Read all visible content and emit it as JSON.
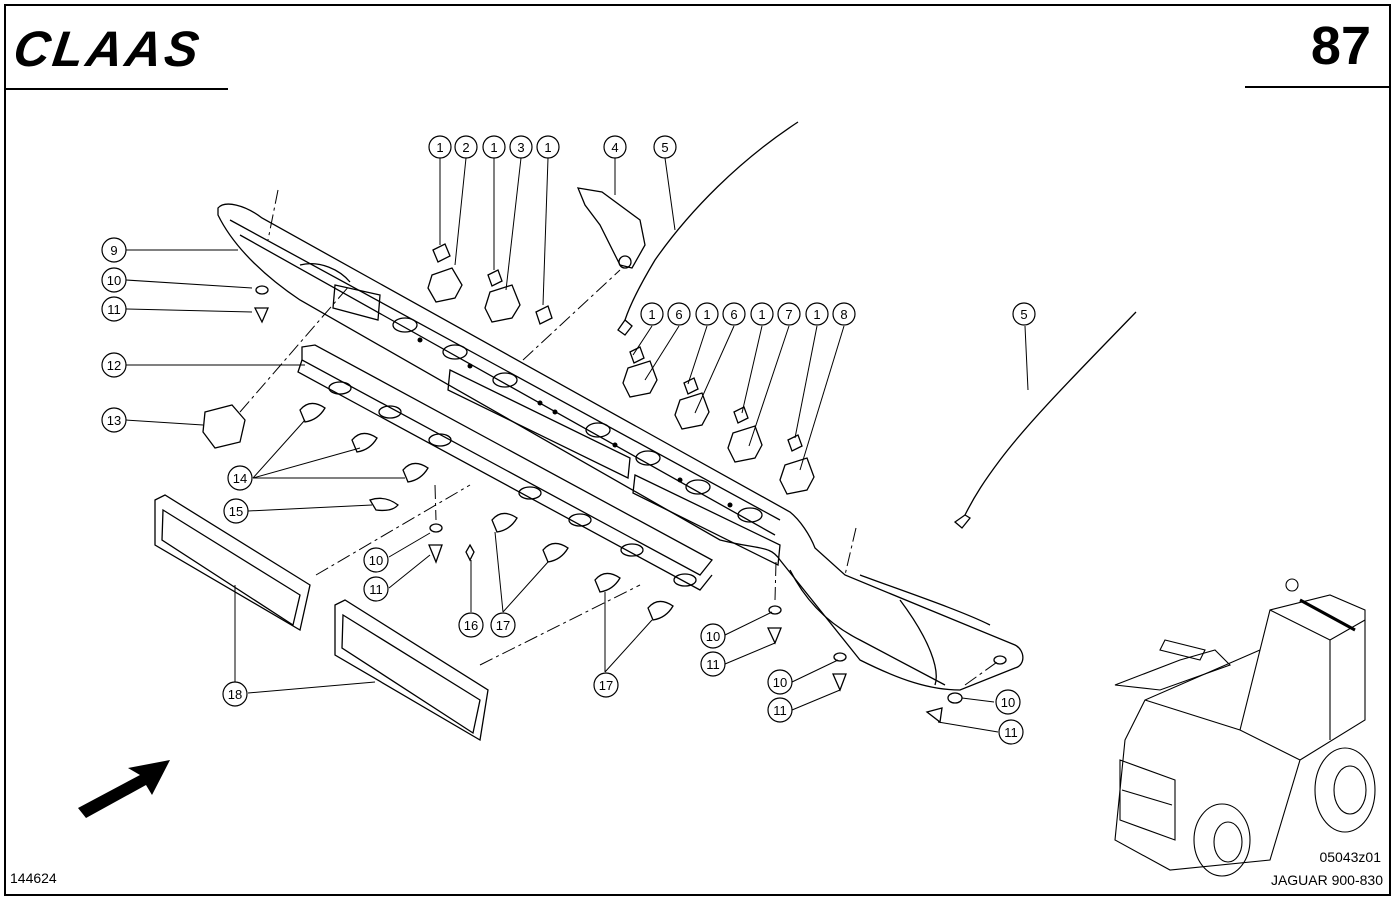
{
  "brand": "CLAAS",
  "page_number": "87",
  "drawing_number": "144624",
  "reference_code": "05043z01",
  "model": "JAGUAR 900-830",
  "callouts": [
    {
      "id": "c1a",
      "label": "1"
    },
    {
      "id": "c2",
      "label": "2"
    },
    {
      "id": "c1b",
      "label": "1"
    },
    {
      "id": "c3",
      "label": "3"
    },
    {
      "id": "c1c",
      "label": "1"
    },
    {
      "id": "c4",
      "label": "4"
    },
    {
      "id": "c5a",
      "label": "5"
    },
    {
      "id": "c9",
      "label": "9"
    },
    {
      "id": "c10a",
      "label": "10"
    },
    {
      "id": "c11a",
      "label": "11"
    },
    {
      "id": "c12",
      "label": "12"
    },
    {
      "id": "c13",
      "label": "13"
    },
    {
      "id": "c14",
      "label": "14"
    },
    {
      "id": "c15",
      "label": "15"
    },
    {
      "id": "c10b",
      "label": "10"
    },
    {
      "id": "c11b",
      "label": "11"
    },
    {
      "id": "c16",
      "label": "16"
    },
    {
      "id": "c17a",
      "label": "17"
    },
    {
      "id": "c17b",
      "label": "17"
    },
    {
      "id": "c18",
      "label": "18"
    },
    {
      "id": "c1d",
      "label": "1"
    },
    {
      "id": "c6a",
      "label": "6"
    },
    {
      "id": "c1e",
      "label": "1"
    },
    {
      "id": "c6b",
      "label": "6"
    },
    {
      "id": "c1f",
      "label": "1"
    },
    {
      "id": "c7",
      "label": "7"
    },
    {
      "id": "c1g",
      "label": "1"
    },
    {
      "id": "c8",
      "label": "8"
    },
    {
      "id": "c5b",
      "label": "5"
    },
    {
      "id": "c10c",
      "label": "10"
    },
    {
      "id": "c11c",
      "label": "11"
    },
    {
      "id": "c10d",
      "label": "10"
    },
    {
      "id": "c11d",
      "label": "11"
    },
    {
      "id": "c10e",
      "label": "10"
    },
    {
      "id": "c11e",
      "label": "11"
    }
  ]
}
